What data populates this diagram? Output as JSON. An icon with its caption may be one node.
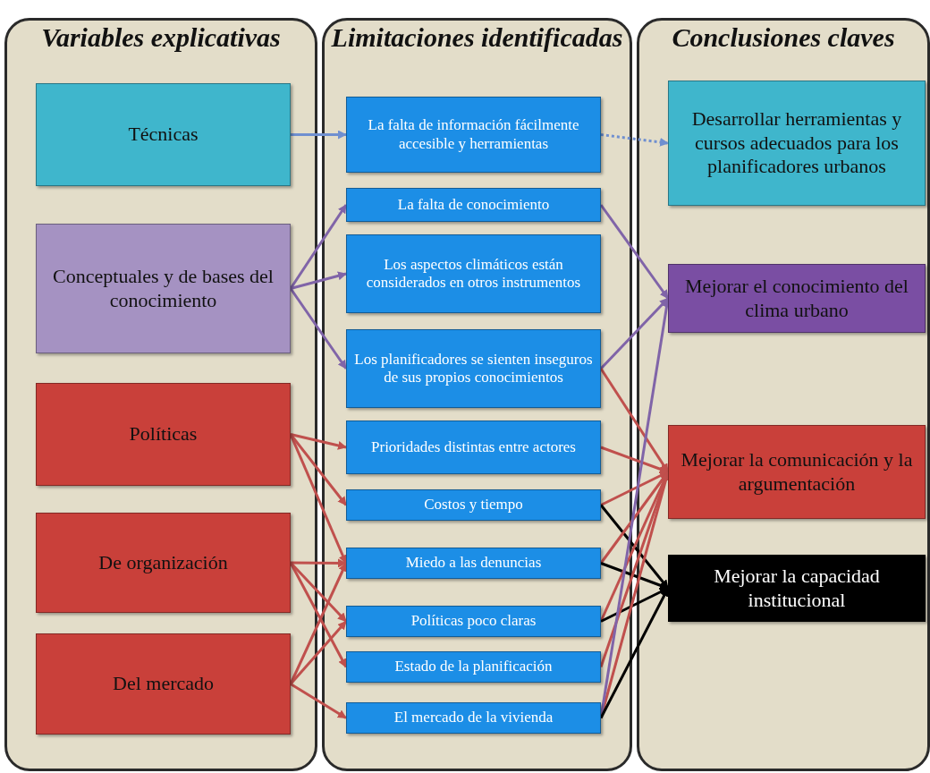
{
  "diagram": {
    "nodes": [
      {
        "text": [
          "Variables explicativas"
        ]
      },
      {
        "text": [
          "Técnicas"
        ],
        "in": 0
      },
      {
        "text": [
          "Conceptuales y de bases del conocimiento"
        ],
        "in": 0
      },
      {
        "text": [
          "Políticas"
        ],
        "in": 0
      },
      {
        "text": [
          "De organización"
        ],
        "in": 0
      },
      {
        "text": [
          "Del mercado"
        ],
        "in": 0
      },
      {
        "text": [
          "Limitaciones identificadas"
        ]
      },
      {
        "text": [
          "La falta de información fácilmente accesible y herramientas"
        ],
        "in": 6
      },
      {
        "text": [
          "La falta de conocimiento"
        ],
        "in": 6
      },
      {
        "text": [
          "Los aspectos climáticos están considerados en otros instrumentos"
        ],
        "in": 6
      },
      {
        "text": [
          "Los planificadores se sienten inseguros de sus propios conocimientos"
        ],
        "in": 6
      },
      {
        "text": [
          "Prioridades distintas entre actores"
        ],
        "in": 6
      },
      {
        "text": [
          "Costos y tiempo"
        ],
        "in": 6
      },
      {
        "text": [
          "Miedo a las denuncias"
        ],
        "in": 6
      },
      {
        "text": [
          "Políticas poco claras"
        ],
        "in": 6
      },
      {
        "text": [
          "Estado de la planificación"
        ],
        "in": 6
      },
      {
        "text": [
          "El mercado de la vivienda"
        ],
        "in": 6
      },
      {
        "text": [
          "Conclusiones claves"
        ]
      },
      {
        "text": [
          "Desarrollar herramientas y cursos adecuados para los planificadores urbanos"
        ],
        "in": 17
      },
      {
        "text": [
          "Mejorar el conocimiento del clima urbano"
        ],
        "in": 17
      },
      {
        "text": [
          "Mejorar la comunicación y la argumentación"
        ],
        "in": 17
      },
      {
        "text": [
          "Mejorar la capacidad institucional"
        ],
        "in": 17
      }
    ],
    "edges": [
      {
        "from": 1,
        "to": 7,
        "arrow": "to",
        "color": "#6f8fd0"
      },
      {
        "from": 2,
        "to": 8,
        "arrow": "to",
        "color": "#8064a8"
      },
      {
        "from": 2,
        "to": 9,
        "arrow": "to",
        "color": "#8064a8"
      },
      {
        "from": 2,
        "to": 10,
        "arrow": "to",
        "color": "#8064a8"
      },
      {
        "from": 3,
        "to": 11,
        "arrow": "to"
      },
      {
        "from": 3,
        "to": 12,
        "arrow": "to"
      },
      {
        "from": 3,
        "to": 13,
        "arrow": "to"
      },
      {
        "from": 4,
        "to": 13,
        "arrow": "to"
      },
      {
        "from": 4,
        "to": 14,
        "arrow": "to"
      },
      {
        "from": 4,
        "to": 15,
        "arrow": "to"
      },
      {
        "from": 5,
        "to": 13,
        "arrow": "to"
      },
      {
        "from": 5,
        "to": 14,
        "arrow": "to"
      },
      {
        "from": 5,
        "to": 16,
        "arrow": "to"
      },
      {
        "from": 7,
        "to": 18,
        "arrow": "to",
        "style": "dashed",
        "color": "#6f8fd0"
      },
      {
        "from": 8,
        "to": 19,
        "arrow": "to",
        "color": "#8064a8"
      },
      {
        "from": 10,
        "to": 19,
        "arrow": "to",
        "color": "#8064a8"
      },
      {
        "from": 10,
        "to": 20,
        "arrow": "to"
      },
      {
        "from": 11,
        "to": 20,
        "arrow": "to"
      },
      {
        "from": 12,
        "to": 20,
        "arrow": "to"
      },
      {
        "from": 12,
        "to": 21,
        "arrow": "to",
        "color": "#000000"
      },
      {
        "from": 13,
        "to": 20,
        "arrow": "to"
      },
      {
        "from": 13,
        "to": 21,
        "arrow": "to",
        "color": "#000000"
      },
      {
        "from": 14,
        "to": 20,
        "arrow": "to"
      },
      {
        "from": 14,
        "to": 21,
        "arrow": "to",
        "color": "#000000"
      },
      {
        "from": 15,
        "to": 20,
        "arrow": "to"
      },
      {
        "from": 16,
        "to": 20,
        "arrow": "to"
      },
      {
        "from": 16,
        "to": 19,
        "arrow": "to",
        "color": "#8064a8"
      },
      {
        "from": 16,
        "to": 21,
        "arrow": "to",
        "color": "#000000"
      }
    ]
  }
}
